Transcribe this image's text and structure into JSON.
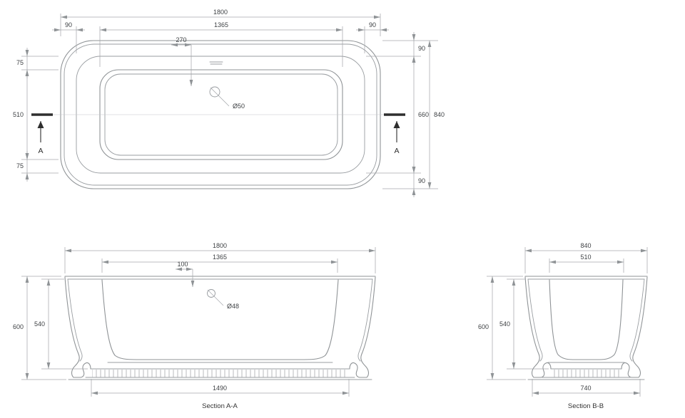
{
  "plan": {
    "overall_width": "1800",
    "margin_left": "90",
    "inner_width": "1365",
    "margin_right": "90",
    "drain_offset": "270",
    "drain_diameter": "Ø50",
    "margin_top": "90",
    "inner_length": "660",
    "margin_bottom": "90",
    "overall_length": "840",
    "segment_top": "75",
    "segment_middle": "510",
    "segment_bottom": "75",
    "cut_label_left": "A",
    "cut_label_right": "A"
  },
  "section_a": {
    "overall_width": "1800",
    "inner_width": "1365",
    "drain_offset": "100",
    "drain_diameter": "Ø48",
    "outer_height": "600",
    "inner_depth": "540",
    "base_width": "1490",
    "caption": "Section A-A"
  },
  "section_b": {
    "overall_width": "840",
    "inner_width": "510",
    "outer_height": "600",
    "inner_depth": "540",
    "base_width": "740",
    "caption": "Section B-B"
  }
}
